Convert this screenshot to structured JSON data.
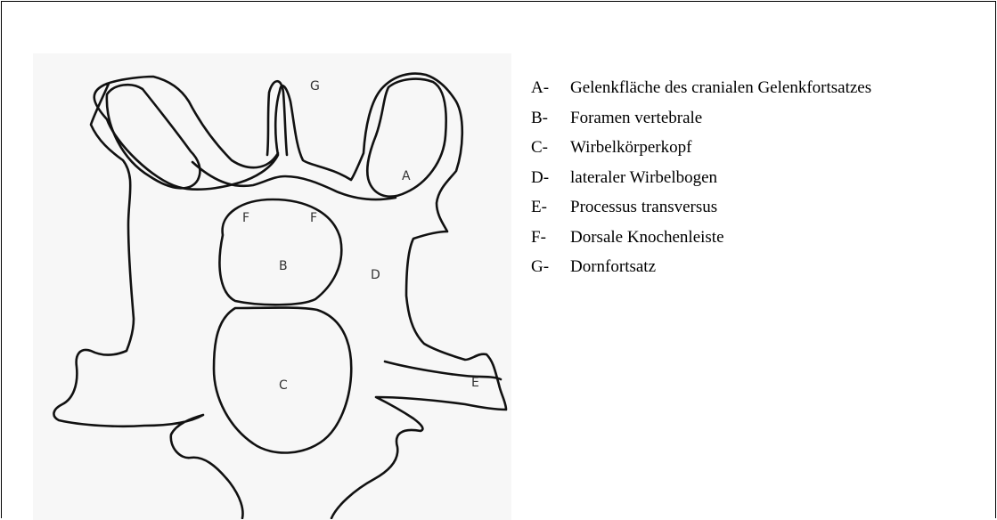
{
  "figure": {
    "labels": [
      "G",
      "A",
      "F",
      "F",
      "B",
      "D",
      "C",
      "E"
    ]
  },
  "legend": [
    {
      "key": "A-",
      "text": "Gelenkfläche des cranialen Gelenkfortsatzes"
    },
    {
      "key": "B-",
      "text": " Foramen vertebrale"
    },
    {
      "key": "C-",
      "text": "Wirbelkörperkopf"
    },
    {
      "key": "D-",
      "text": " lateraler Wirbelbogen"
    },
    {
      "key": "E-",
      "text": "Processus transversus"
    },
    {
      "key": "F-",
      "text": " Dorsale Knochenleiste"
    },
    {
      "key": "G-",
      "text": " Dornfortsatz"
    }
  ]
}
